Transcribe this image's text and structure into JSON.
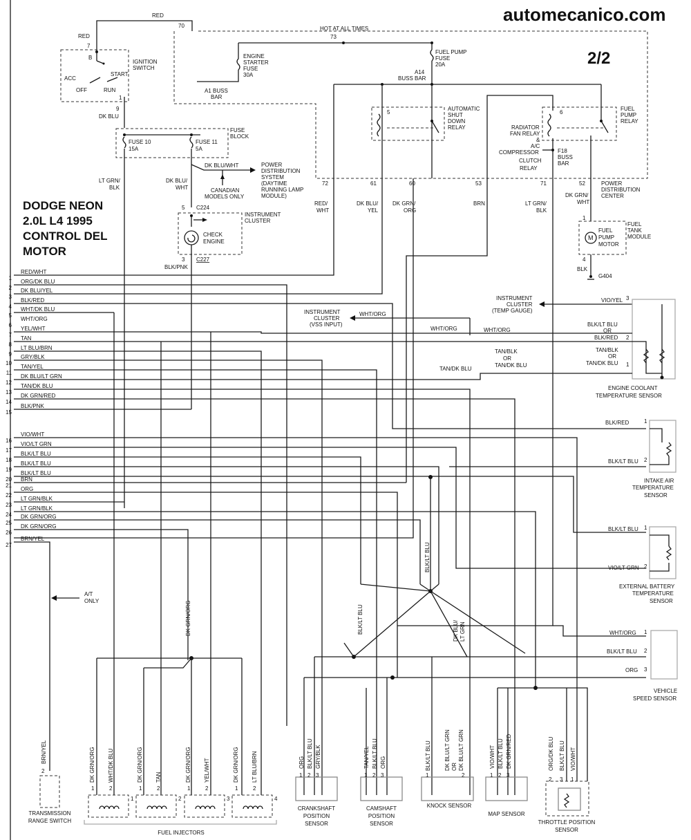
{
  "header": {
    "site": "automecanico.com",
    "page": "2/2",
    "title_lines": [
      "DODGE NEON",
      "2.0L  L4  1995",
      "CONTROL DEL",
      "MOTOR"
    ]
  },
  "power": {
    "red": "RED",
    "red_2": "RED",
    "hot": "HOT AT ALL TIMES",
    "n70": "70",
    "n73": "73",
    "n7": "7",
    "n9": "9",
    "n1": "1",
    "dk_blu": "DK BLU",
    "ign": [
      "IGNITION",
      "SWITCH"
    ],
    "sw_b": "B",
    "sw_acc": "ACC",
    "sw_start": "START",
    "sw_off": "OFF",
    "sw_run": "RUN",
    "starter_fuse": [
      "ENGINE",
      "STARTER",
      "FUSE",
      "30A"
    ],
    "a1": [
      "A1 BUSS",
      "BAR"
    ],
    "fuel_fuse": [
      "FUEL PUMP",
      "FUSE",
      "20A"
    ],
    "a14": [
      "A14",
      "BUSS BAR"
    ],
    "asd": [
      "AUTOMATIC",
      "SHUT",
      "DOWN",
      "RELAY"
    ],
    "asd_num": "5",
    "fp_relay": [
      "FUEL",
      "PUMP",
      "RELAY"
    ],
    "fp_num": "6",
    "rad": [
      "RADIATOR",
      "FAN RELAY",
      "&",
      "A/C",
      "COMPRESSOR",
      "CLUTCH",
      "RELAY"
    ],
    "f18": [
      "F18",
      "BUSS",
      "BAR"
    ],
    "pdc": [
      "POWER",
      "DISTRIBUTION",
      "CENTER"
    ],
    "pdc_pins": [
      "72",
      "61",
      "60",
      "53",
      "71",
      "52"
    ],
    "pdc_wires": [
      [
        "RED/",
        "WHT"
      ],
      [
        "DK BLU/",
        "YEL"
      ],
      [
        "DK GRN/",
        "ORG"
      ],
      [
        "BRN"
      ],
      [
        "LT GRN/",
        "BLK"
      ],
      [
        "DK GRN/",
        "WHT"
      ]
    ],
    "fuse_block": [
      "FUSE",
      "BLOCK"
    ],
    "fuse10": [
      "FUSE 10",
      "15A"
    ],
    "fuse11": [
      "FUSE 11",
      "5A"
    ],
    "ltgrn": [
      "LT GRN/",
      "BLK"
    ],
    "dkbluwht": [
      "DK BLU/",
      "WHT"
    ],
    "dkbluwht_arrow": "DK BLU/WHT",
    "pds": [
      "POWER",
      "DISTRIBUTION",
      "SYSTEM",
      "(DAYTIME",
      "RUNNING LAMP",
      "MODULE)"
    ],
    "canadian": [
      "CANADIAN",
      "MODELS ONLY"
    ],
    "c224": "C224",
    "c227": "C227",
    "pin5": "5",
    "pin3": "3",
    "check_engine": [
      "CHECK",
      "ENGINE"
    ],
    "ic": [
      "INSTRUMENT",
      "CLUSTER"
    ],
    "blkpnk": "BLK/PNK",
    "fuel_tank": [
      "FUEL",
      "TANK",
      "MODULE"
    ],
    "fuel_motor": [
      "FUEL",
      "PUMP",
      "MOTOR"
    ],
    "motor_m": "M",
    "ft_1": "1",
    "ft_4": "4",
    "blk": "BLK",
    "g404": "G404"
  },
  "pcm_wires": [
    "RED/WHT",
    "ORG/DK BLU",
    "DK BLU/YEL",
    "BLK/RED",
    "WHT/DK BLU",
    "WHT/ORG",
    "YEL/WHT",
    "TAN",
    "LT BLU/BRN",
    "GRY/BLK",
    "TAN/YEL",
    "DK BLU/LT GRN",
    "TAN/DK BLU",
    "DK GRN/RED",
    "BLK/PNK",
    "VIO/WHT",
    "VIO/LT GRN",
    "BLK/LT BLU",
    "BLK/LT BLU",
    "BLK/LT BLU",
    "BRN",
    "ORG",
    "LT GRN/BLK",
    "LT GRN/BLK",
    "DK GRN/ORG",
    "DK GRN/ORG",
    "BRN/YEL"
  ],
  "pcm_pins": [
    "1",
    "2",
    "3",
    "4",
    "5",
    "6",
    "7",
    "8",
    "9",
    "10",
    "11",
    "12",
    "13",
    "14",
    "15",
    "16",
    "17",
    "18",
    "19",
    "20",
    "21",
    "22",
    "23",
    "24",
    "25",
    "26",
    "27"
  ],
  "sensors": {
    "ic_temp": [
      "INSTRUMENT",
      "CLUSTER",
      "(TEMP GAUGE)"
    ],
    "ic_vss": [
      "INSTRUMENT",
      "CLUSTER",
      "(VSS INPUT)"
    ],
    "whtorg": "WHT/ORG",
    "whtorg2": "WHT/ORG",
    "whtorg3": "WHT/ORG",
    "tandkblu": "TAN/DK BLU",
    "vio_yel": "VIO/YEL",
    "ect_w2": [
      "BLK/LT BLU",
      "OR",
      "BLK/RED"
    ],
    "ect_w1": [
      "TAN/BLK",
      "OR",
      "TAN/DK BLU"
    ],
    "ect_w1b": [
      "TAN/BLK",
      "OR",
      "TAN/DK BLU"
    ],
    "ect_pins": [
      "3",
      "2",
      "1"
    ],
    "ect": [
      "ENGINE COOLANT",
      "TEMPERATURE SENSOR"
    ],
    "iat_w": [
      "BLK/RED",
      "BLK/LT BLU"
    ],
    "iat_pins": [
      "1",
      "2"
    ],
    "iat": [
      "INTAKE AIR",
      "TEMPERATURE",
      "SENSOR"
    ],
    "batt_w": [
      "BLK/LT BLU",
      "VIO/LT GRN"
    ],
    "batt_pins": [
      "1",
      "2"
    ],
    "batt": [
      "EXTERNAL BATTERY",
      "TEMPERATURE",
      "SENSOR"
    ],
    "vss_w": [
      "WHT/ORG",
      "BLK/LT BLU",
      "ORG"
    ],
    "vss_pins": [
      "1",
      "2",
      "3"
    ],
    "vss": [
      "VEHICLE",
      "SPEED SENSOR"
    ],
    "at_only": [
      "A/T",
      "ONLY"
    ],
    "vert_blk1": "BLK/LT BLU",
    "vert_blk2": "BLK/LT BLU",
    "vert_dkgrn": "DK GRN/ORG",
    "vert_dkblu": [
      "DK BLU/",
      "LT GRN"
    ],
    "trs": [
      "TRANSMISSION",
      "RANGE SWITCH"
    ],
    "trs_wire": "BRN/YEL",
    "trs_pin": "2",
    "inj_label": "FUEL INJECTORS",
    "injectors": [
      {
        "num": "1",
        "w1": "DK GRN/ORG",
        "w2": "WHT/DK BLU"
      },
      {
        "num": "2",
        "w1": "DK GRN/ORG",
        "w2": "TAN"
      },
      {
        "num": "3",
        "w1": "DK GRN/ORG",
        "w2": "YEL/WHT"
      },
      {
        "num": "4",
        "w1": "DK GRN/ORG",
        "w2": "LT BLU/BRN"
      }
    ],
    "inj_pins": [
      "1",
      "2"
    ],
    "crank": [
      "CRANKSHAFT",
      "POSITION",
      "SENSOR"
    ],
    "crank_wires": [
      "ORG",
      "BLK/LT BLU",
      "GRY/BLK"
    ],
    "cam": [
      "CAMSHAFT",
      "POSITION",
      "SENSOR"
    ],
    "cam_wires": [
      "TAN/YEL",
      "BLK/LT BLU",
      "ORG"
    ],
    "knock": [
      "KNOCK SENSOR"
    ],
    "knock_wires": [
      "BLK/LT BLU",
      "DK BLU/LT GRN",
      "DK BLU/LT GRN"
    ],
    "knock_or": [
      "OR",
      ""
    ],
    "map": [
      "MAP SENSOR"
    ],
    "map_wires": [
      "VIO/WHT",
      "BLK/LT BLU",
      "DK GRN/RED"
    ],
    "tps": [
      "THROTTLE POSITION",
      "SENSOR"
    ],
    "tps_wires": [
      "ORG/DK BLU",
      "BLK/LT BLU",
      "VIO/WHT"
    ],
    "pins3": [
      "1",
      "2",
      "3"
    ],
    "tps_pins": [
      "2",
      "3",
      "1"
    ]
  }
}
